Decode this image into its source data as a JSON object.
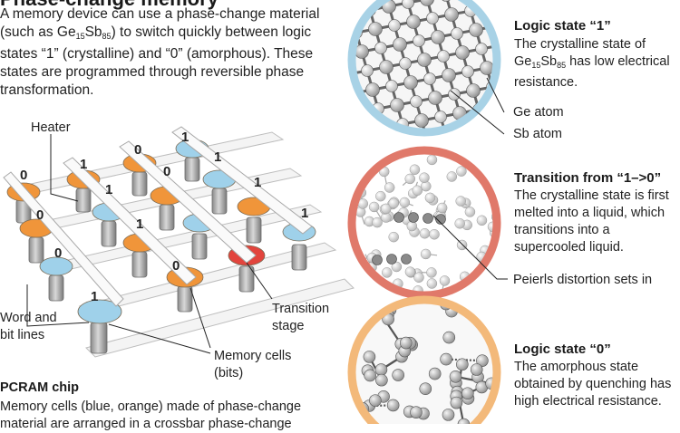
{
  "header": {
    "title": "Phase-change memory",
    "intro_parts": {
      "a": "A memory device can use a phase-change material (such as Ge",
      "sub1": "15",
      "b": "Sb",
      "sub2": "85",
      "c": ") to switch quickly between logic states “1” (crystalline) and “0” (amorphous). These states are programmed through reversible phase transformation."
    }
  },
  "chip_diagram": {
    "heater_label": "Heater",
    "word_bit_lines_label": "Word and bit lines",
    "transition_stage_label": "Transition stage",
    "memory_cells_label": "Memory cells (bits)",
    "bit_digits": {
      "r1": [
        "0",
        "1",
        "0",
        "1"
      ],
      "r2": [
        "0",
        "1",
        "0",
        "1"
      ],
      "r3": [
        "0",
        "1",
        "0",
        "1"
      ],
      "r4": [
        "1"
      ]
    }
  },
  "chip_caption": {
    "title": "PCRAM chip",
    "body": "Memory cells (blue, orange) made of phase-change material are arranged in a crossbar phase-change"
  },
  "states": {
    "logic1": {
      "title": "Logic state “1”",
      "body_a": "The crystalline state of Ge",
      "sub1": "15",
      "body_b": "Sb",
      "sub2": "85",
      "body_c": " has low electrical resistance.",
      "ge_atom_label": "Ge atom",
      "sb_atom_label": "Sb atom",
      "ring_color": "#a8d2e6"
    },
    "transition": {
      "title": "Transition from “1–>0”",
      "body": "The crystalline state is first melted into a liquid, which transitions into a supercooled liquid.",
      "peierls_label": "Peierls distortion sets in",
      "ring_color": "#e0796a"
    },
    "logic0": {
      "title": "Logic state “0”",
      "body": "The amorphous state obtained by quenching has high electrical resistance.",
      "ring_color": "#f3b97a"
    }
  },
  "colors": {
    "blue_cell": "#9fd1ea",
    "orange_cell": "#f0953a",
    "red_cell": "#e2443d",
    "rail": "#f3f3f3",
    "atom": "#bfbfbf"
  }
}
